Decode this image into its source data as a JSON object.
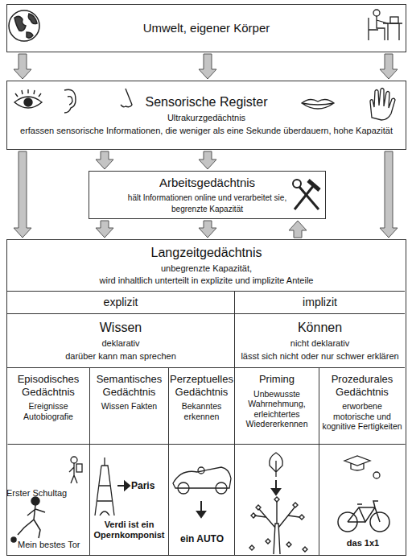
{
  "diagram": {
    "nodes": [
      {
        "text": [
          "Umwelt, eigener Körper"
        ]
      },
      {
        "text": [
          "Sensorische Register",
          "Ultrakurzgedächtnis",
          "erfassen sensorische Informationen, die weniger als eine Sekunde überdauern, hohe Kapazität"
        ]
      },
      {
        "text": [
          "Arbeitsgedächtnis",
          "hält Informationen online und verarbeitet sie,",
          "begrenzte Kapazität"
        ]
      },
      {
        "text": [
          "Langzeitgedächtnis",
          "unbegrenzte Kapazität,",
          "wird inhaltlich unterteilt in explizite und implizite Anteile"
        ]
      },
      {
        "text": [
          "explizit"
        ],
        "in": 3
      },
      {
        "text": [
          "implizit"
        ],
        "in": 3
      },
      {
        "text": [
          "Wissen",
          "deklarativ",
          "darüber kann man sprechen"
        ],
        "in": 3
      },
      {
        "text": [
          "Können",
          "nicht deklarativ",
          "lässt sich nicht oder nur schwer erklären"
        ],
        "in": 3
      },
      {
        "text": [
          "Episodisches Gedächtnis",
          "Ereignisse Autobiografie"
        ],
        "in": 3
      },
      {
        "text": [
          "Semantisches Gedächtnis",
          "Wissen Fakten"
        ],
        "in": 3
      },
      {
        "text": [
          "Perzeptuelles Gedächtnis",
          "Bekanntes erkennen"
        ],
        "in": 3
      },
      {
        "text": [
          "Priming",
          "Unbewusste Wahrnehmung, erleichtertes Wiedererkennen"
        ],
        "in": 3
      },
      {
        "text": [
          "Prozedurales Gedächtnis",
          "erworbene motorische und kognitive Fertigkeiten"
        ],
        "in": 3
      }
    ],
    "edges": [
      {
        "from": 0,
        "to": 1,
        "arrow": "to"
      },
      {
        "from": 0,
        "to": 1,
        "arrow": "to"
      },
      {
        "from": 0,
        "to": 1,
        "arrow": "to"
      },
      {
        "from": 1,
        "to": 3,
        "arrow": "to"
      },
      {
        "from": 1,
        "to": 2,
        "arrow": "to"
      },
      {
        "from": 1,
        "to": 2,
        "arrow": "to"
      },
      {
        "from": 1,
        "to": 3,
        "arrow": "to"
      },
      {
        "from": 2,
        "to": 3,
        "arrow": "to"
      },
      {
        "from": 2,
        "to": 3,
        "arrow": "to"
      },
      {
        "from": 3,
        "to": 2,
        "arrow": "to"
      }
    ],
    "labels": [
      "Erster Schultag",
      "Mein bestes Tor",
      "Paris",
      "Verdi ist ein Opernkomponist",
      "ein AUTO",
      "das 1x1"
    ]
  }
}
